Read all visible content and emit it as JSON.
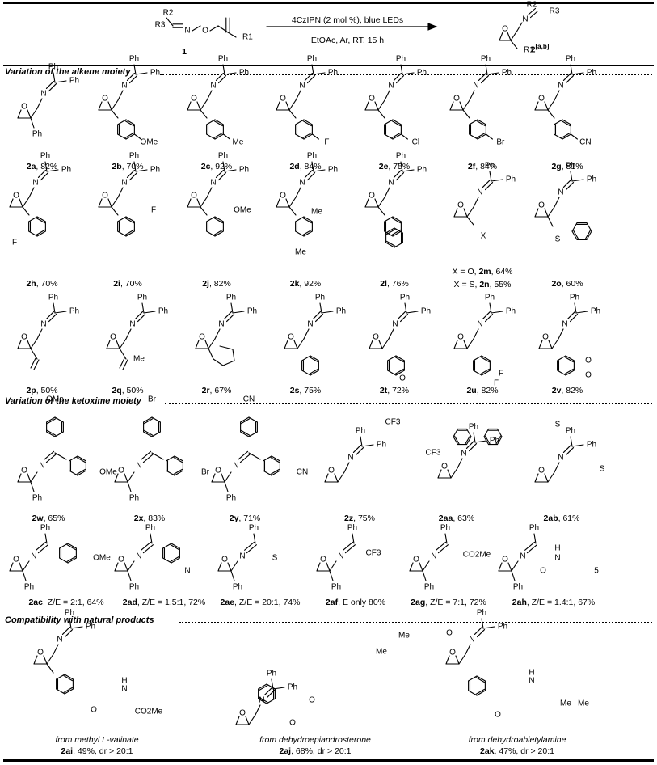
{
  "reaction": {
    "conditions_top": "4CzIPN (2 mol %), blue LEDs",
    "conditions_bottom": "EtOAc, Ar, RT, 15 h",
    "sm_label": "1",
    "product_label": "2",
    "product_note": "[a,b]",
    "atoms": {
      "R1": "R1",
      "R2": "R2",
      "R3": "R3",
      "N": "N",
      "O": "O"
    }
  },
  "sections": {
    "alkene": "Variation of the alkene moiety",
    "ketoxime": "Variation of the ketoxime moiety",
    "natural": "Compatibility with natural products"
  },
  "labels": {
    "N": "N",
    "O": "O",
    "Ph": "Ph",
    "OMe": "OMe",
    "Me": "Me",
    "F": "F",
    "Cl": "Cl",
    "Br": "Br",
    "CN": "CN",
    "S": "S",
    "X": "X",
    "CF3": "CF3",
    "CO2Me": "CO2Me",
    "H": "H",
    "n5": "5"
  },
  "row1": [
    {
      "id": "2a",
      "yield": ", 82%"
    },
    {
      "id": "2b",
      "yield": ", 70%"
    },
    {
      "id": "2c",
      "yield": ", 92%"
    },
    {
      "id": "2d",
      "yield": ", 84%"
    },
    {
      "id": "2e",
      "yield": ", 75%"
    },
    {
      "id": "2f",
      "yield": ", 84%"
    },
    {
      "id": "2g",
      "yield": ", 81%"
    }
  ],
  "row2": [
    {
      "id": "2h",
      "yield": ", 70%"
    },
    {
      "id": "2i",
      "yield": ", 70%"
    },
    {
      "id": "2j",
      "yield": ", 82%"
    },
    {
      "id": "2k",
      "yield": ", 92%"
    },
    {
      "id": "2l",
      "yield": ", 76%"
    },
    {
      "id": "2m",
      "yield": ", 64%",
      "pre": "X = O, "
    },
    {
      "id": "2o",
      "yield": ", 60%"
    }
  ],
  "row2_extra": {
    "id": "2n",
    "yield": ", 55%",
    "pre": "X = S, "
  },
  "row3": [
    {
      "id": "2p",
      "yield": ", 50%"
    },
    {
      "id": "2q",
      "yield": ", 50%"
    },
    {
      "id": "2r",
      "yield": ", 67%"
    },
    {
      "id": "2s",
      "yield": ", 75%"
    },
    {
      "id": "2t",
      "yield": ", 72%"
    },
    {
      "id": "2u",
      "yield": ", 82%"
    },
    {
      "id": "2v",
      "yield": ", 82%"
    }
  ],
  "row4": [
    {
      "id": "2w",
      "yield": ", 65%"
    },
    {
      "id": "2x",
      "yield": ", 83%"
    },
    {
      "id": "2y",
      "yield": ", 71%"
    },
    {
      "id": "2z",
      "yield": ", 75%"
    },
    {
      "id": "2aa",
      "yield": ", 63%"
    },
    {
      "id": "2ab",
      "yield": ", 61%"
    }
  ],
  "row5": [
    {
      "id": "2ac",
      "yield": ", Z/E = 2:1, 64%"
    },
    {
      "id": "2ad",
      "yield": ", Z/E = 1.5:1, 72%"
    },
    {
      "id": "2ae",
      "yield": ", Z/E = 20:1, 74%"
    },
    {
      "id": "2af",
      "yield": ", E only  80%"
    },
    {
      "id": "2ag",
      "yield": ", Z/E = 7:1, 72%"
    },
    {
      "id": "2ah",
      "yield": ", Z/E = 1.4:1, 67%"
    }
  ],
  "natural": [
    {
      "source": "from methyl L-valinate",
      "id": "2ai",
      "yield": ", 49%, dr > 20:1"
    },
    {
      "source": "from dehydroepiandrosterone",
      "id": "2aj",
      "yield": ", 68%, dr > 20:1"
    },
    {
      "source": "from dehydroabietylamine",
      "id": "2ak",
      "yield": ", 47%, dr > 20:1"
    }
  ]
}
